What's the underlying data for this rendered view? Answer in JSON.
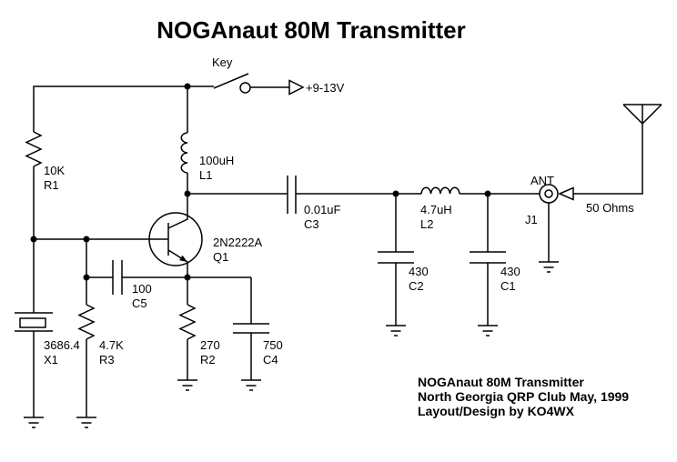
{
  "title": "NOGAnaut 80M Transmitter",
  "power": {
    "key_label": "Key",
    "voltage_label": "+9-13V"
  },
  "components": {
    "R1": {
      "value": "10K",
      "ref": "R1"
    },
    "L1": {
      "value": "100uH",
      "ref": "L1"
    },
    "C3": {
      "value": "0.01uF",
      "ref": "C3"
    },
    "L2": {
      "value": "4.7uH",
      "ref": "L2"
    },
    "C2": {
      "value": "430",
      "ref": "C2"
    },
    "C1": {
      "value": "430",
      "ref": "C1"
    },
    "J1": {
      "label": "ANT",
      "ref": "J1"
    },
    "Q1": {
      "value": "2N2222A",
      "ref": "Q1"
    },
    "C5": {
      "value": "100",
      "ref": "C5"
    },
    "X1": {
      "value": "3686.4",
      "ref": "X1"
    },
    "R3": {
      "value": "4.7K",
      "ref": "R3"
    },
    "R2": {
      "value": "270",
      "ref": "R2"
    },
    "C4": {
      "value": "750",
      "ref": "C4"
    }
  },
  "annotations": {
    "impedance": "50 Ohms"
  },
  "footer": {
    "line1": "NOGAnaut 80M Transmitter",
    "line2": "North Georgia QRP Club May, 1999",
    "line3": "Layout/Design by KO4WX"
  },
  "colors": {
    "background": "#ffffff",
    "ink": "#000000"
  }
}
